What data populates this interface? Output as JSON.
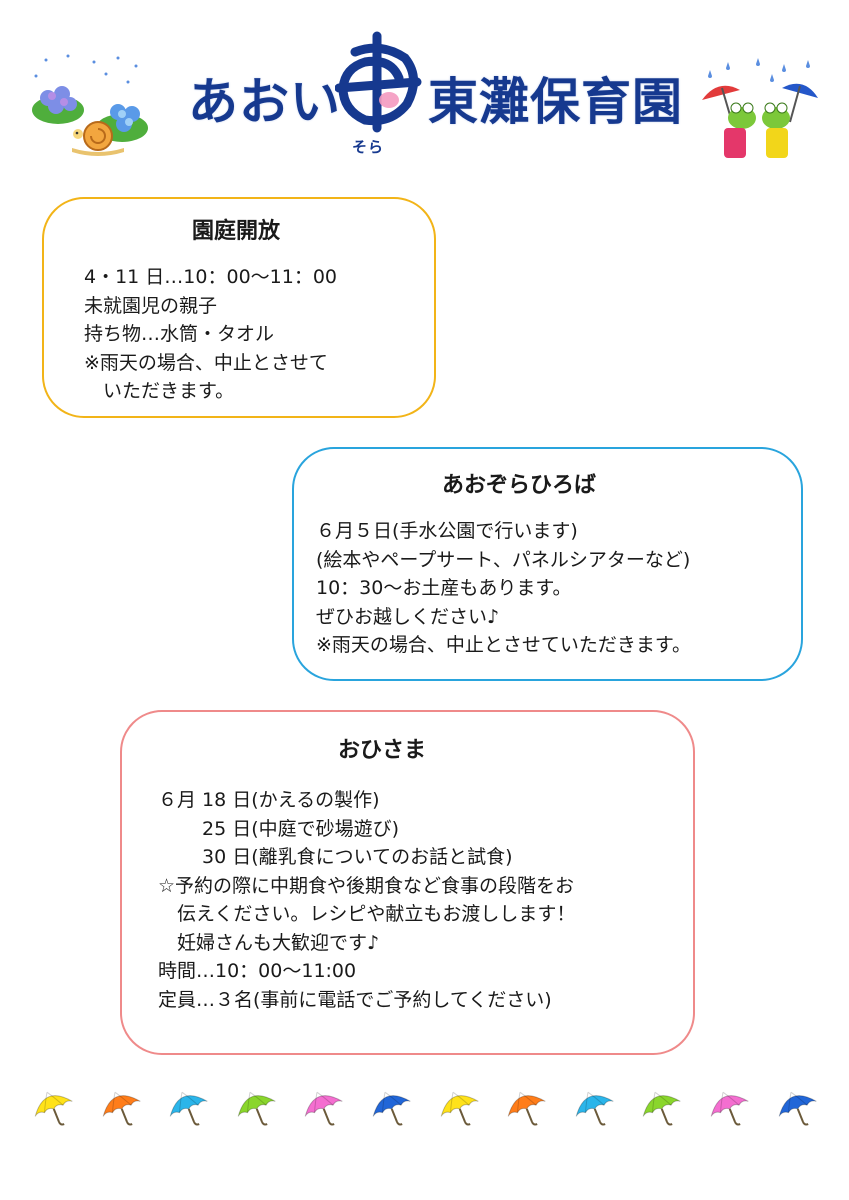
{
  "header": {
    "logo_left": "あおい",
    "logo_right": "東灘保育園",
    "logo_sub": "そら"
  },
  "sections": [
    {
      "title": "園庭開放",
      "lines": [
        "4・11 日…10：00～11：00",
        "未就園児の親子",
        "持ち物…水筒・タオル",
        "※雨天の場合、中止とさせて",
        "　いただきます。"
      ]
    },
    {
      "title": "あおぞらひろば",
      "lines": [
        "６月５日(手水公園で行います)",
        "(絵本やペープサート、パネルシアターなど)",
        "10：30～お土産もあります。",
        "ぜひお越しください♪",
        "※雨天の場合、中止とさせていただきます。"
      ]
    },
    {
      "title": "おひさま",
      "lines": [
        "６月 18 日(かえるの製作)",
        "　　 25 日(中庭で砂場遊び)",
        "　　 30 日(離乳食についてのお話と試食)",
        "☆予約の際に中期食や後期食など食事の段階をお",
        "　伝えください。レシピや献立もお渡しします！",
        "　妊婦さんも大歓迎です♪",
        "時間…10：00～11:00",
        "定員…３名(事前に電話でご予約してください)"
      ]
    }
  ],
  "colors": {
    "logo_blue": "#16398f",
    "box1_border": "#f2b418",
    "box2_border": "#29a4dd",
    "box3_border": "#ef8a8a"
  },
  "umbrellas": [
    {
      "color": "#ffe21a",
      "icon": "umbrella-icon"
    },
    {
      "color": "#ff7d1a",
      "icon": "umbrella-icon"
    },
    {
      "color": "#2bb5ea",
      "icon": "umbrella-icon"
    },
    {
      "color": "#8ad62c",
      "icon": "umbrella-icon"
    },
    {
      "color": "#f46ed0",
      "icon": "umbrella-icon"
    },
    {
      "color": "#2166d8",
      "icon": "umbrella-icon"
    },
    {
      "color": "#ffe21a",
      "icon": "umbrella-icon"
    },
    {
      "color": "#ff7d1a",
      "icon": "umbrella-icon"
    },
    {
      "color": "#2bb5ea",
      "icon": "umbrella-icon"
    },
    {
      "color": "#8ad62c",
      "icon": "umbrella-icon"
    },
    {
      "color": "#f46ed0",
      "icon": "umbrella-icon"
    },
    {
      "color": "#2166d8",
      "icon": "umbrella-icon"
    }
  ]
}
